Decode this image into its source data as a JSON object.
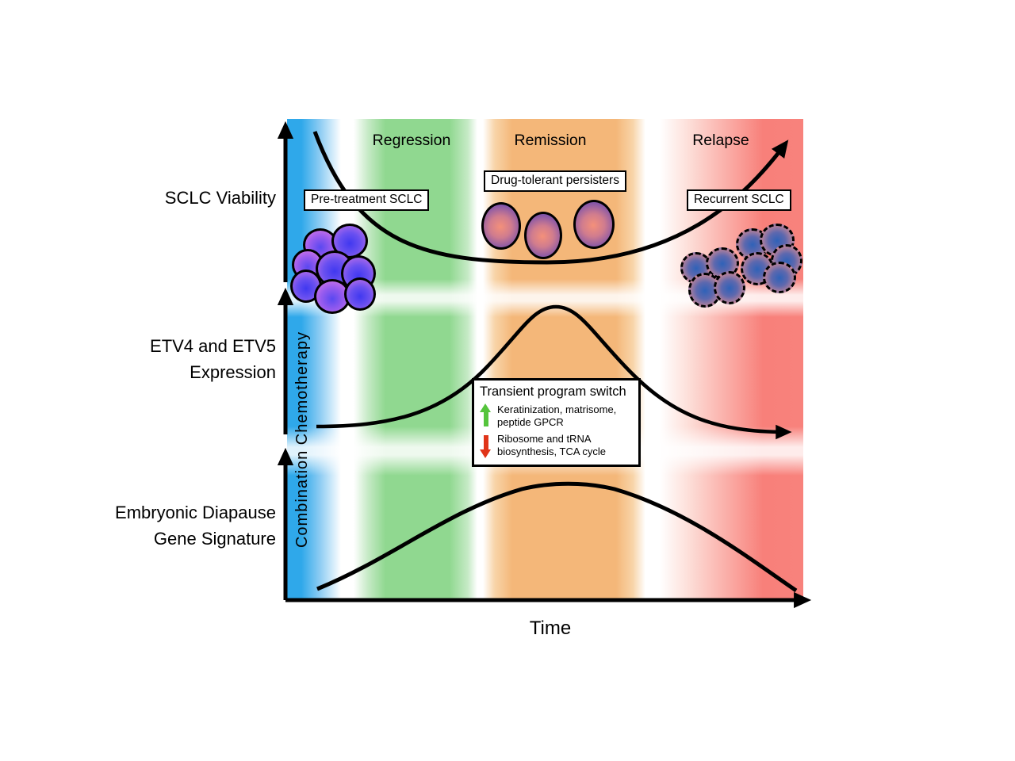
{
  "figure_type": "Schematic diagram of SCLC response to chemotherapy over time",
  "phases": [
    {
      "label": "Regression"
    },
    {
      "label": "Remission"
    },
    {
      "label": "Relapse"
    }
  ],
  "row_labels": [
    {
      "line1": "SCLC Viability",
      "line2": ""
    },
    {
      "line1": "ETV4 and ETV5",
      "line2": "Expression"
    },
    {
      "line1": "Embryonic Diapause",
      "line2": "Gene Signature"
    }
  ],
  "axes": {
    "x_label": "Time",
    "y_label": "Combination Chemotherapy"
  },
  "callouts": {
    "pretreatment": "Pre-treatment SCLC",
    "persisters": "Drug-tolerant persisters",
    "recurrent": "Recurrent SCLC"
  },
  "transient_box": {
    "title": "Transient program switch",
    "up_text": "Keratinization, matrisome, peptide GPCR",
    "down_text": "Ribosome and tRNA biosynthesis, TCA cycle"
  },
  "colors": {
    "band_blue": "#2fa8ea",
    "band_green": "#90d890",
    "band_orange": "#f4b779",
    "band_red": "#f8807a",
    "curve_black": "#000000",
    "up_arrow_green": "#55c43c",
    "down_arrow_red": "#e03419"
  },
  "chart_data": {
    "type": "line",
    "x_axis": "Time",
    "phase_bands": [
      "Chemotherapy (blue)",
      "Regression (green)",
      "Remission (orange)",
      "Relapse (red)"
    ],
    "series": [
      {
        "name": "SCLC Viability",
        "trend": "starts high pre-treatment, falls steeply during regression, low plateau during remission (drug-tolerant persisters), rises steeply during relapse (upward arrow, recurrent SCLC)"
      },
      {
        "name": "ETV4 and ETV5 Expression",
        "trend": "low flat baseline, transient bell-shaped peak during remission, returns to low flat level (rightward arrow)"
      },
      {
        "name": "Embryonic Diapause Gene Signature",
        "trend": "low at start, broad arch peaking during remission, declines back down during relapse"
      }
    ]
  }
}
